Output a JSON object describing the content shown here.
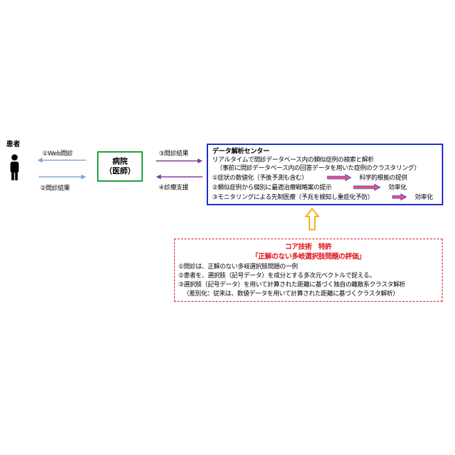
{
  "patient": {
    "label": "患者"
  },
  "arrows_left": {
    "top_label": "①Web問診",
    "bottom_label": "②問診結果"
  },
  "hospital": {
    "line1": "病院",
    "line2": "（医師）"
  },
  "arrows_mid": {
    "top_label": "③問診結果",
    "bottom_label": "④診療支援"
  },
  "center": {
    "title": "データ解析センター",
    "lines": [
      "リアルタイムで問診データベース内の類似症例の検索と解析",
      "（事前に問診データベース内の回答データを用いた症例のクラスタリング）",
      "①症状の数値化（予後予測も含む）",
      "②類似症例から個別に最適治療戦略案の提示",
      "③モニタリングによる先制医療（予兆を検知し重症化予防）"
    ],
    "results": [
      "科学的根拠の提供",
      "効率化",
      "効率化"
    ]
  },
  "core": {
    "title": "コア技術　特許",
    "subtitle": "「正解のない多岐選択肢問題の評価」",
    "lines": [
      "①問診は、正解のない多岐選択肢問題の一例",
      "②患者を、選択肢（記号データ）を成分とする多次元ベクトルで捉える。",
      "③選択肢（記号データ）を用いて計算された距離に基づく独自の離散系クラスタ解析",
      "（差別化：従来は、数値データを用いて計算された距離に基づくクラスタ解析）"
    ]
  },
  "colors": {
    "hospital_border": "#1e9e3a",
    "center_border": "#1a2dd8",
    "core_border": "#e0141b",
    "core_text": "#e0141b",
    "arrow_left": "#7ea6d6",
    "arrow_mid": "#7a3fa0",
    "up_arrow": "#f2b01e",
    "result_arrow_fill": "#e8567a",
    "result_arrow_stroke": "#2b3fc8"
  },
  "icons": [
    "person-icon",
    "up-arrow-icon",
    "result-arrow-icon"
  ]
}
